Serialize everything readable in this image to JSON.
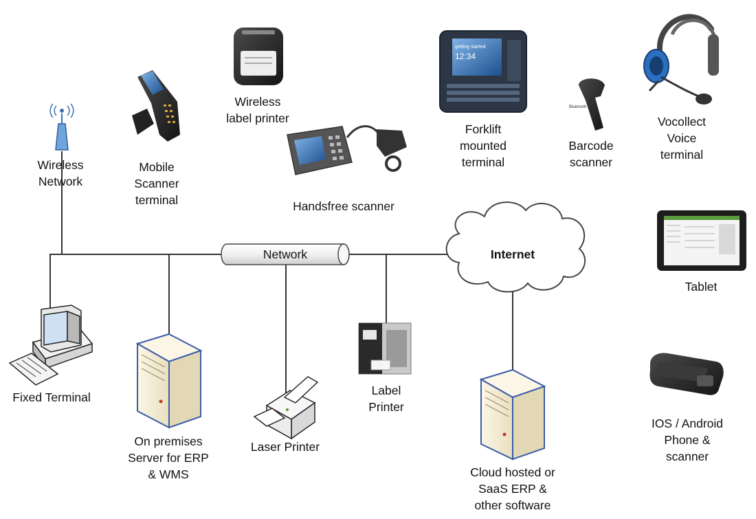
{
  "labels": {
    "wireless_network": "Wireless\nNetwork",
    "mobile_scanner": "Mobile\nScanner\nterminal",
    "wireless_label_printer": "Wireless\nlabel printer",
    "handsfree_scanner": "Handsfree scanner",
    "forklift_terminal": "Forklift\nmounted\nterminal",
    "barcode_scanner": "Barcode\nscanner",
    "vocollect": "Vocollect\nVoice\nterminal",
    "network": "Network",
    "internet": "Internet",
    "tablet": "Tablet",
    "fixed_terminal": "Fixed Terminal",
    "onprem_server": "On premises\nServer for ERP\n& WMS",
    "laser_printer": "Laser Printer",
    "label_printer": "Label\nPrinter",
    "cloud_server": "Cloud hosted or\nSaaS ERP &\nother software",
    "phone_scanner": "IOS / Android\nPhone &\nscanner"
  },
  "device_text": {
    "forklift_screen": "getting started",
    "forklift_time": "12:34",
    "barcode_brand": "Bluetooth"
  },
  "colors": {
    "line": "#333333",
    "server_outline": "#3a5ca8",
    "server_fill": "#f3ecd6",
    "device_dark": "#2b2b2b",
    "screen_blue": "#2f6fb5"
  }
}
